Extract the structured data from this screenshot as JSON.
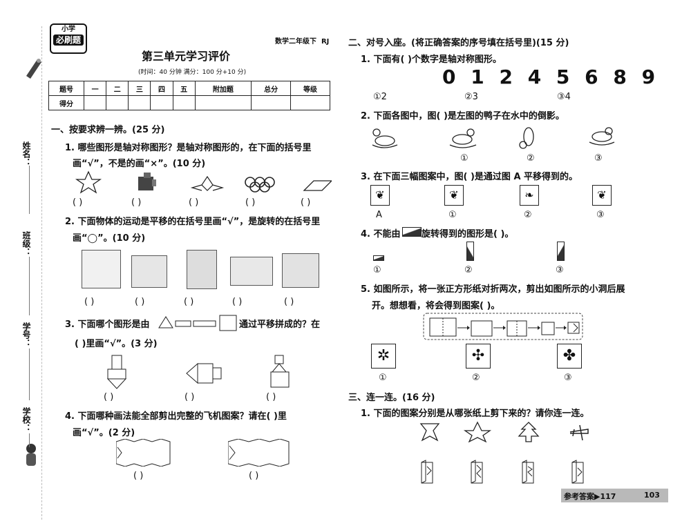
{
  "brand": {
    "line1": "小学",
    "line2": "必刷题"
  },
  "header": {
    "subject": "数学二年级下",
    "edition": "RJ",
    "title": "第三单元学习评价",
    "meta": "(时间：40 分钟   满分：100 分+10 分)"
  },
  "score_table": {
    "headers": [
      "题号",
      "一",
      "二",
      "三",
      "四",
      "五",
      "附加题",
      "总分",
      "等级"
    ],
    "row_label": "得分"
  },
  "margin": {
    "name": "姓名：",
    "class": "班级：",
    "number": "学号：",
    "school": "学校："
  },
  "section1": {
    "heading": "一、按要求辨一辨。(25 分)",
    "q1": {
      "line1": "1. 哪些图形是轴对称图形？是轴对称图形的，在下面的括号里",
      "line2": "画“√”，不是的画“×”。(10 分)"
    },
    "q2": {
      "line1": "2. 下面物体的运动是平移的在括号里画“√”，是旋转的在括号里",
      "line2": "画“◯”。(10 分)"
    },
    "q3": {
      "line1a": "3. 下面哪个图形是由",
      "line1b": "通过平移拼成的？在",
      "line2": "(      )里画“√”。(3 分)"
    },
    "q4": {
      "line1": "4. 下面哪种画法能全部剪出完整的飞机图案？请在(      )里",
      "line2": "画“√”。(2 分)"
    },
    "paren": "(      )"
  },
  "section2": {
    "heading": "二、对号入座。(将正确答案的序号填在括号里)(15 分)",
    "q1": {
      "text": "1. 下面有(      )个数字是轴对称图形。",
      "digits": "0 1 2 4 5 6 8 9",
      "opts": [
        "①2",
        "②3",
        "③4"
      ]
    },
    "q2": {
      "text": "2. 下面各图中，图(      )是左图的鸭子在水中的倒影。",
      "opts": [
        "①",
        "②",
        "③"
      ]
    },
    "q3": {
      "text": "3. 在下面三幅图案中，图(      )是通过图 A 平移得到的。",
      "labels": [
        "A",
        "①",
        "②",
        "③"
      ]
    },
    "q4": {
      "text1": "4. 不能由",
      "text2": "旋转得到的图形是(      )。",
      "opts": [
        "①",
        "②",
        "③"
      ]
    },
    "q5": {
      "line1": "5. 如图所示，将一张正方形纸对折两次，剪出如图所示的小洞后展",
      "line2": "开。想想看，将会得到图案(      )。",
      "opts": [
        "①",
        "②",
        "③"
      ]
    }
  },
  "section3": {
    "heading": "三、连一连。(16 分)",
    "q1": "1. 下面的图案分别是从哪张纸上剪下来的？请你连一连。"
  },
  "footer": {
    "ref": "参考答案▶117",
    "page": "103"
  }
}
